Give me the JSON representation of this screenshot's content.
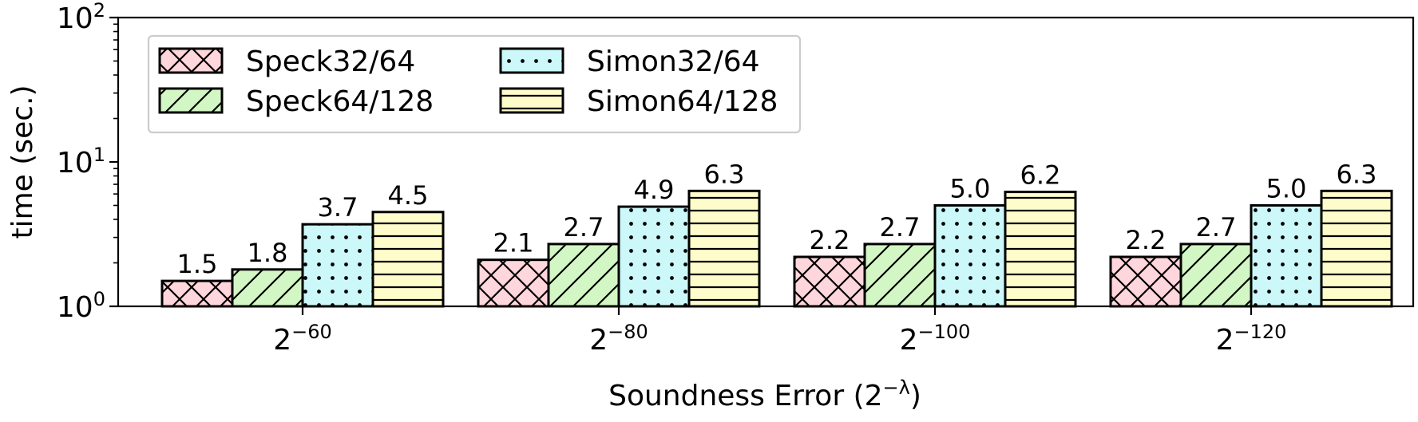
{
  "chart_data": {
    "type": "bar",
    "xlabel": "Soundness Error (2^-λ)",
    "ylabel": "time (sec.)",
    "y_scale": "log",
    "ylim": [
      1,
      100
    ],
    "y_ticks": [
      1,
      10,
      100
    ],
    "categories": [
      "2^-60",
      "2^-80",
      "2^-100",
      "2^-120"
    ],
    "categories_display": [
      {
        "base": "2",
        "exp": "−60"
      },
      {
        "base": "2",
        "exp": "−80"
      },
      {
        "base": "2",
        "exp": "−100"
      },
      {
        "base": "2",
        "exp": "−120"
      }
    ],
    "legend_position": "upper-left",
    "legend_columns": 2,
    "grid": false,
    "series": [
      {
        "name": "Speck32/64",
        "values": [
          1.5,
          2.1,
          2.2,
          2.2
        ],
        "labels": [
          "1.5",
          "2.1",
          "2.2",
          "2.2"
        ],
        "color": "#ffd6dc",
        "hatch": "crosshatch"
      },
      {
        "name": "Speck64/128",
        "values": [
          1.8,
          2.7,
          2.7,
          2.7
        ],
        "labels": [
          "1.8",
          "2.7",
          "2.7",
          "2.7"
        ],
        "color": "#d3f7c4",
        "hatch": "diagonal"
      },
      {
        "name": "Simon32/64",
        "values": [
          3.7,
          4.9,
          5.0,
          5.0
        ],
        "labels": [
          "3.7",
          "4.9",
          "5.0",
          "5.0"
        ],
        "color": "#ccf8fa",
        "hatch": "dots"
      },
      {
        "name": "Simon64/128",
        "values": [
          4.5,
          6.3,
          6.2,
          6.3
        ],
        "labels": [
          "4.5",
          "6.3",
          "6.2",
          "6.3"
        ],
        "color": "#fffccc",
        "hatch": "horizontal"
      }
    ]
  }
}
